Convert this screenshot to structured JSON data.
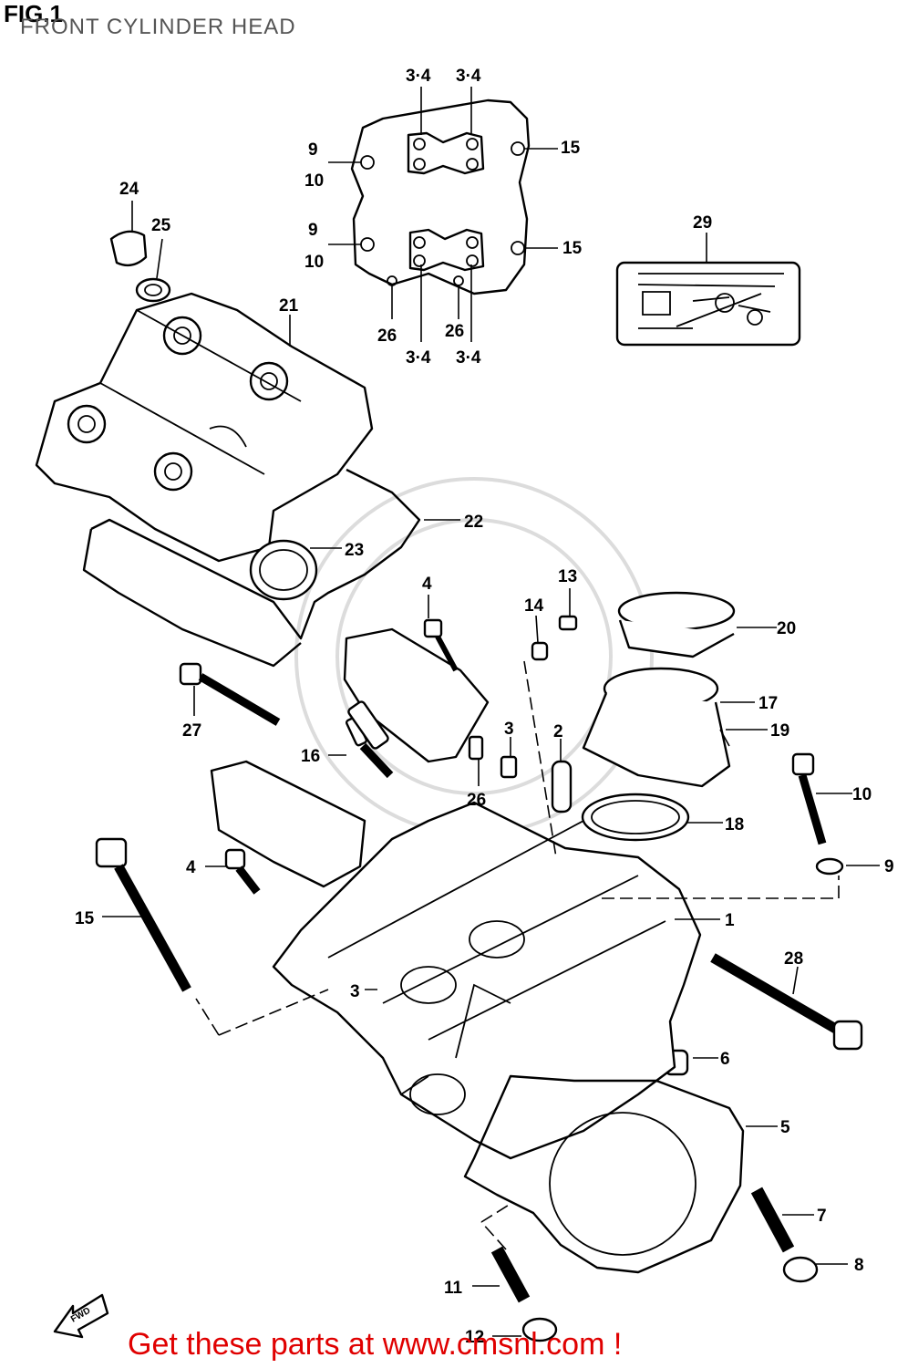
{
  "header": {
    "fig_id": "FIG.1",
    "title": "FRONT CYLINDER HEAD"
  },
  "banner": "Get these parts at www.cmsnl.com !",
  "labels": {
    "l_34a": "3·4",
    "l_34b": "3·4",
    "l_34c": "3·4",
    "l_34d": "3·4",
    "l_9a": "9",
    "l_10a": "10",
    "l_9b": "9",
    "l_10b": "10",
    "l_15a": "15",
    "l_15b": "15",
    "l_26a": "26",
    "l_26b": "26",
    "l_24": "24",
    "l_25": "25",
    "l_29": "29",
    "l_21": "21",
    "l_22": "22",
    "l_23": "23",
    "l_4a": "4",
    "l_13": "13",
    "l_14": "14",
    "l_20": "20",
    "l_27": "27",
    "l_16": "16",
    "l_3a": "3",
    "l_2": "2",
    "l_17": "17",
    "l_19": "19",
    "l_26c": "26",
    "l_10c": "10",
    "l_18": "18",
    "l_4b": "4",
    "l_9c": "9",
    "l_15c": "15",
    "l_1": "1",
    "l_28": "28",
    "l_3b": "3",
    "l_6": "6",
    "l_5": "5",
    "l_7": "7",
    "l_8": "8",
    "l_11": "11",
    "l_12": "12",
    "l_fwd": "FWD"
  }
}
